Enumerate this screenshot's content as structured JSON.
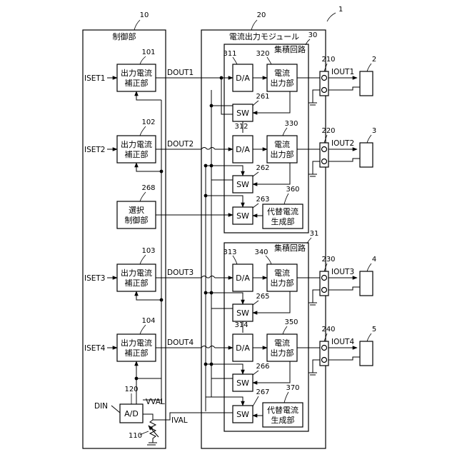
{
  "refs": {
    "system": "1",
    "control": "10",
    "module": "20",
    "ic1": "30",
    "ic2": "31",
    "corr1": "101",
    "corr2": "102",
    "corr3": "103",
    "corr4": "104",
    "sel": "268",
    "adc": "120",
    "res": "110",
    "da1": "311",
    "da2": "312",
    "da3": "313",
    "da4": "314",
    "out1": "320",
    "out2": "330",
    "out3": "340",
    "out4": "350",
    "sw1": "261",
    "sw2": "262",
    "sw3": "263",
    "sw5": "265",
    "sw6": "266",
    "sw7": "267",
    "alt1": "360",
    "alt2": "370",
    "term1": "210",
    "term2": "220",
    "term3": "230",
    "term4": "240",
    "load1": "2",
    "load2": "3",
    "load3": "4",
    "load4": "5"
  },
  "titles": {
    "control": "制御部",
    "module": "電流出力モジュール",
    "ic1": "集積回路",
    "ic2": "集積回路"
  },
  "blocks": {
    "corr_l1": "出力電流",
    "corr_l2": "補正部",
    "sel_l1": "選択",
    "sel_l2": "制御部",
    "adc": "A/D",
    "da": "D/A",
    "out_l1": "電流",
    "out_l2": "出力部",
    "sw": "SW",
    "alt_l1": "代替電流",
    "alt_l2": "生成部"
  },
  "signals": {
    "iset1": "ISET1",
    "iset2": "ISET2",
    "iset3": "ISET3",
    "iset4": "ISET4",
    "dout1": "DOUT1",
    "dout2": "DOUT2",
    "dout3": "DOUT3",
    "dout4": "DOUT4",
    "iout1": "IOUT1",
    "iout2": "IOUT2",
    "iout3": "IOUT3",
    "iout4": "IOUT4",
    "din": "DIN",
    "vval": "VVAL",
    "ival": "IVAL"
  }
}
